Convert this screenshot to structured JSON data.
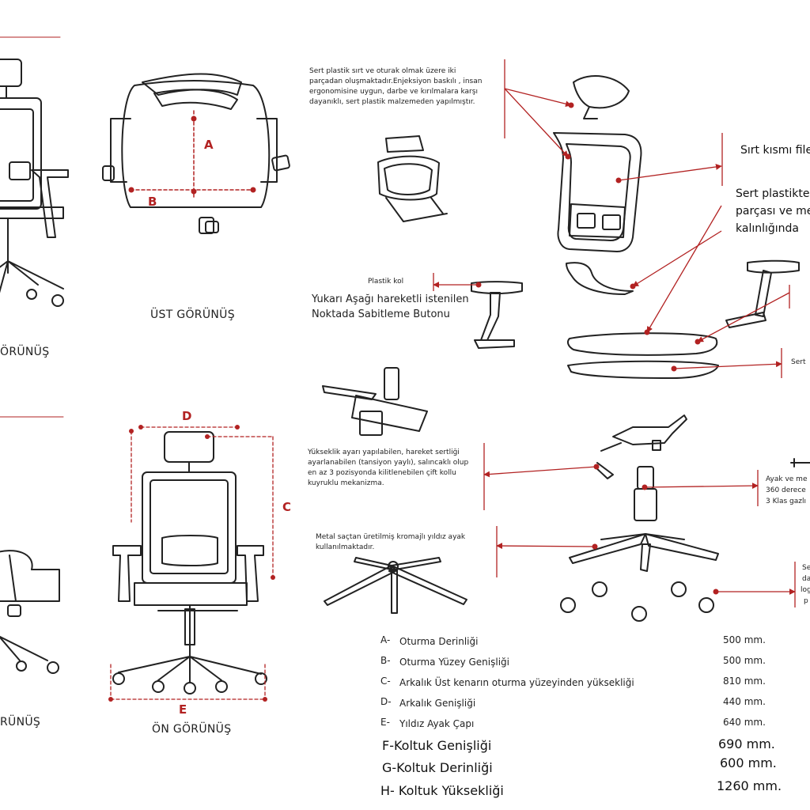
{
  "views": {
    "top_left_cut": "ÖRÜNÜŞ",
    "top_view": "ÜST GÖRÜNÜŞ",
    "bottom_left_cut": "RÜNÜŞ",
    "front_view": "ÖN GÖRÜNÜŞ"
  },
  "dim_labels": {
    "A": "A",
    "B": "B",
    "C": "C",
    "D": "D",
    "E": "E"
  },
  "callouts": {
    "back_plastic": "Sert plastik sırt ve oturak olmak üzere iki parçadan oluşmaktadır.Enjeksiyon baskılı , insan ergonomisine uygun, darbe ve kırılmalara karşı dayanıklı, sert plastik malzemeden yapılmıştır.",
    "back_mesh": "Sırt kısmı file",
    "plastic_part_1": "Sert plastikte",
    "plastic_part_2": "parçası ve me",
    "plastic_part_3": "kalınlığında",
    "arm_title": "Plastik kol",
    "arm_desc_1": "Yukarı Aşağı hareketli istenilen",
    "arm_desc_2": "Noktada Sabitleme Butonu",
    "mechanism": "Yükseklik ayarı yapılabilen, hareket sertliği ayarlanabilen (tansiyon yaylı), salıncaklı olup en az 3 pozisyonda kilitlenebilen çift kollu kuyruklu mekanizma.",
    "base": "Metal saçtan üretilmiş kromajlı yıldız ayak kullanılmaktadır.",
    "seat_right": "Sert",
    "gas_1": "Ayak ve me",
    "gas_2": "360 derece",
    "gas_3": "3 Klas gazlı",
    "wheels_1": "Se",
    "wheels_2": "da",
    "wheels_3": "log",
    "wheels_4": "p"
  },
  "specs": [
    {
      "code": "A-",
      "label": "Oturma Derinliği",
      "value": "500 mm."
    },
    {
      "code": "B-",
      "label": "Oturma Yüzey Genişliği",
      "value": "500 mm."
    },
    {
      "code": "C-",
      "label": "Arkalık Üst kenarın oturma yüzeyinden yüksekliği",
      "value": "810 mm."
    },
    {
      "code": "D-",
      "label": "Arkalık Genişliği",
      "value": "440 mm."
    },
    {
      "code": "E-",
      "label": "Yıldız Ayak Çapı",
      "value": "640 mm."
    }
  ],
  "specs_big": [
    {
      "label": "F-Koltuk Genişliği",
      "value": "690 mm."
    },
    {
      "label": "G-Koltuk Derinliği",
      "value": "600 mm."
    },
    {
      "label": "H- Koltuk Yüksekliği",
      "value": "1260 mm."
    }
  ],
  "colors": {
    "accent": "#b22222",
    "line": "#222222"
  }
}
